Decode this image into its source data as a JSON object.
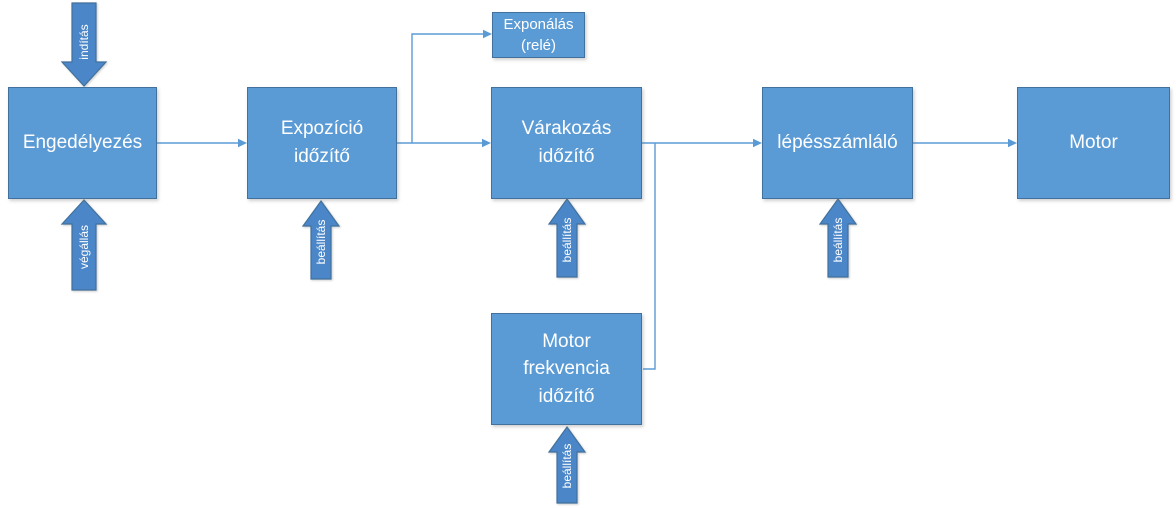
{
  "colors": {
    "background": "#ffffff",
    "box_fill": "#5b9bd5",
    "box_border": "#41719c",
    "arrow_fill": "#4a86c8",
    "arrow_border": "#41719c",
    "connector": "#5b9bd5",
    "label_text": "#ffffff"
  },
  "boxes": {
    "engedelyezes": {
      "label": "Engedélyezés"
    },
    "expozicio": {
      "label": "Expozíció időzítő"
    },
    "exponalas": {
      "label": "Exponálás (relé)"
    },
    "varakozas": {
      "label": "Várakozás időzítő"
    },
    "lepesszamlalo": {
      "label": "lépésszámláló"
    },
    "motor": {
      "label": "Motor"
    },
    "motorfrekvencia": {
      "label": "Motor frekvencia időzítő"
    }
  },
  "input_arrows": {
    "inditas": {
      "label": "indítás"
    },
    "vegallas": {
      "label": "végállás"
    },
    "beallitas_expozicio": {
      "label": "beállítás"
    },
    "beallitas_varakozas": {
      "label": "beállítás"
    },
    "beallitas_lepesszamlalo": {
      "label": "beállítás"
    },
    "beallitas_motorfrekvencia": {
      "label": "beállítás"
    }
  }
}
